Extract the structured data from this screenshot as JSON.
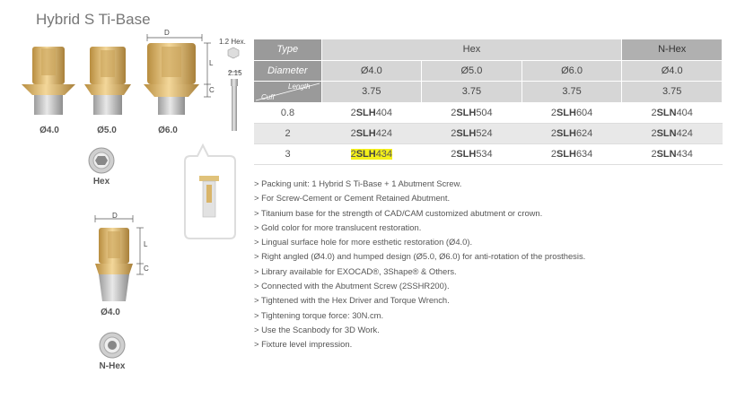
{
  "title": "Hybrid S Ti-Base",
  "diagram": {
    "top_products": [
      "Ø4.0",
      "Ø5.0",
      "Ø6.0"
    ],
    "hex_label": "Hex",
    "nhex_product": "Ø4.0",
    "nhex_label": "N-Hex",
    "dim_D": "D",
    "dim_L": "L",
    "dim_C": "C",
    "screw_hex": "1.2 Hex.",
    "screw_len": "2.15"
  },
  "table": {
    "header_type_label": "Type",
    "header_hex": "Hex",
    "header_nhex": "N-Hex",
    "diameter_label": "Diameter",
    "diameters": [
      "Ø4.0",
      "Ø5.0",
      "Ø6.0",
      "Ø4.0"
    ],
    "length_label": "Length",
    "cuff_label": "Cuff",
    "lengths": [
      "3.75",
      "3.75",
      "3.75",
      "3.75"
    ],
    "rows": [
      {
        "cuff": "0.8",
        "codes": [
          [
            "2",
            "SLH",
            "404"
          ],
          [
            "2",
            "SLH",
            "504"
          ],
          [
            "2",
            "SLH",
            "604"
          ],
          [
            "2",
            "SLN",
            "404"
          ]
        ]
      },
      {
        "cuff": "2",
        "codes": [
          [
            "2",
            "SLH",
            "424"
          ],
          [
            "2",
            "SLH",
            "524"
          ],
          [
            "2",
            "SLH",
            "624"
          ],
          [
            "2",
            "SLN",
            "424"
          ]
        ]
      },
      {
        "cuff": "3",
        "codes": [
          [
            "2",
            "SLH",
            "434"
          ],
          [
            "2",
            "SLH",
            "534"
          ],
          [
            "2",
            "SLH",
            "634"
          ],
          [
            "2",
            "SLN",
            "434"
          ]
        ]
      }
    ]
  },
  "notes": [
    "Packing unit: 1 Hybrid S Ti-Base + 1 Abutment Screw.",
    "For Screw-Cement or Cement Retained Abutment.",
    "Titanium base for the strength of CAD/CAM customized abutment or crown.",
    "Gold color for more translucent restoration.",
    "Lingual surface hole for more esthetic restoration (Ø4.0).",
    "Right angled (Ø4.0) and humped design (Ø5.0, Ø6.0) for anti-rotation of the prosthesis.",
    "Library available for EXOCAD®, 3Shape® & Others.",
    "Connected with the Abutment Screw (2SSHR200).",
    "Tightened with the Hex Driver and Torque Wrench.",
    "Tightening torque force: 30N.cm.",
    "Use the Scanbody for 3D Work.",
    "Fixture level impression."
  ],
  "colors": {
    "gold": "#d9b56a",
    "silver": "#c8c8c8",
    "highlight": "#f4f01a"
  }
}
